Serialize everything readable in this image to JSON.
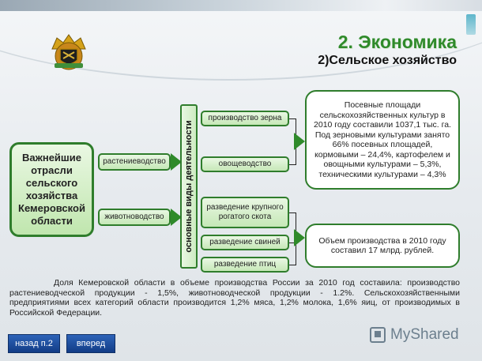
{
  "header": {
    "title": "2. Экономика",
    "subtitle": "2)Сельское хозяйство"
  },
  "diagram": {
    "main": "Важнейшие отрасли сельского хозяйства Кемеровской области",
    "branch_plant": "растениеводство",
    "branch_animal": "животноводство",
    "vertical": "основные виды деятельности",
    "act_grain": "производство зерна",
    "act_veg": "овощеводство",
    "act_cattle": "разведение крупного рогатого скота",
    "act_pigs": "разведение свиней",
    "act_birds": "разведение птиц",
    "info_plant": "Посевные площади сельскохозяйственных культур в 2010 году составили 1037,1 тыс. га. Под зерновыми культурами занято 66% посевных площадей, кормовыми – 24,4%, картофелем и овощными культурами – 5,3%, техническими культурами – 4,3%",
    "info_animal": "Объем производства в 2010 году составил 17 млрд. рублей."
  },
  "paragraph": "Доля Кемеровской области в объеме производства России за 2010 год составила: производство растениеводческой продукции - 1,5%, животноводческой продукции - 1.2%. Сельскохозяйственными предприятиями всех категорий области производится 1,2% мяса, 1,2% молока, 1,6% яиц, от производимых в Российской Федерации.",
  "nav": {
    "back": "назад п.2",
    "forward": "вперед"
  },
  "logo": {
    "text": "MyShared"
  }
}
